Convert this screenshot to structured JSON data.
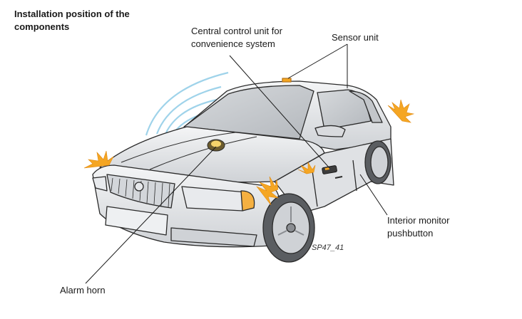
{
  "title": "Installation position of the components",
  "labels": {
    "central_control_unit": "Central control unit for convenience system",
    "sensor_unit": "Sensor unit",
    "interior_monitor_pushbutton": "Interior monitor pushbutton",
    "alarm_horn": "Alarm horn"
  },
  "figure_code": "SP47_41",
  "colors": {
    "car_body": "#e9eaec",
    "car_shade": "#c9cbcf",
    "outline": "#2a2a2a",
    "flash": "#f5a623",
    "flash_inner": "#ffd27a",
    "waves": "#9fd3ea"
  }
}
